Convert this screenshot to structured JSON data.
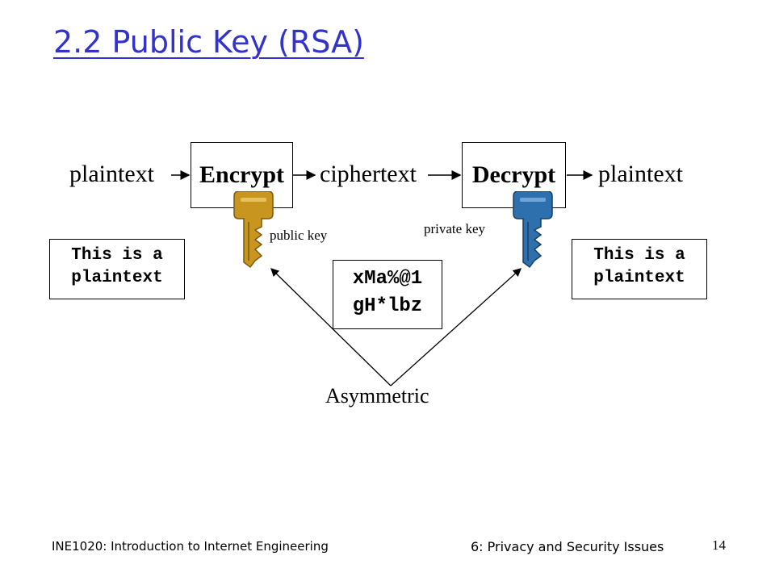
{
  "title": "2.2 Public Key (RSA)",
  "flow": {
    "plaintext_in": "plaintext",
    "encrypt_label": "Encrypt",
    "ciphertext": "ciphertext",
    "decrypt_label": "Decrypt",
    "plaintext_out": "plaintext"
  },
  "keys": {
    "public_label": "public key",
    "private_label": "private key",
    "public_color": "#C8961E",
    "private_color": "#2E6FAE"
  },
  "samples": {
    "plain_left": [
      "This is a",
      "plaintext"
    ],
    "cipher": [
      "xMa%@1",
      "gH*lbz"
    ],
    "plain_right": [
      "This is a",
      "plaintext"
    ]
  },
  "asymmetric_label": "Asymmetric",
  "footer": {
    "course": "INE1020: Introduction to Internet Engineering",
    "chapter": "6: Privacy and Security Issues",
    "page": "14"
  }
}
